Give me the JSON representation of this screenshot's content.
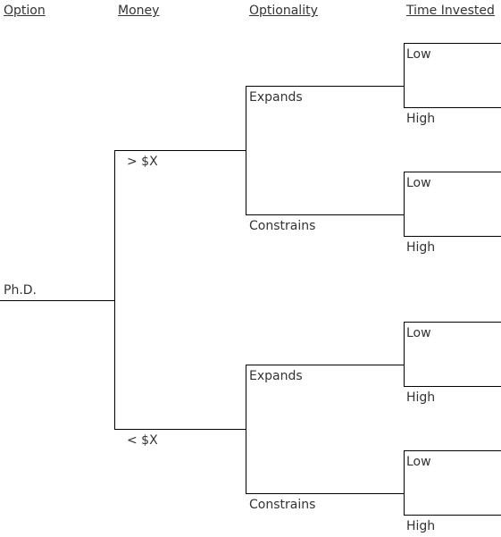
{
  "headers": {
    "option": "Option",
    "money": "Money",
    "optionality": "Optionality",
    "time_invested": "Time Invested"
  },
  "tree": {
    "root": "Ph.D.",
    "money": [
      "> $X",
      "< $X"
    ],
    "optionality": [
      "Expands",
      "Constrains",
      "Expands",
      "Constrains"
    ],
    "time_invested": [
      "Low",
      "High",
      "Low",
      "High",
      "Low",
      "High",
      "Low",
      "High"
    ]
  },
  "colors": {
    "line": "#000000",
    "text": "#333333"
  }
}
